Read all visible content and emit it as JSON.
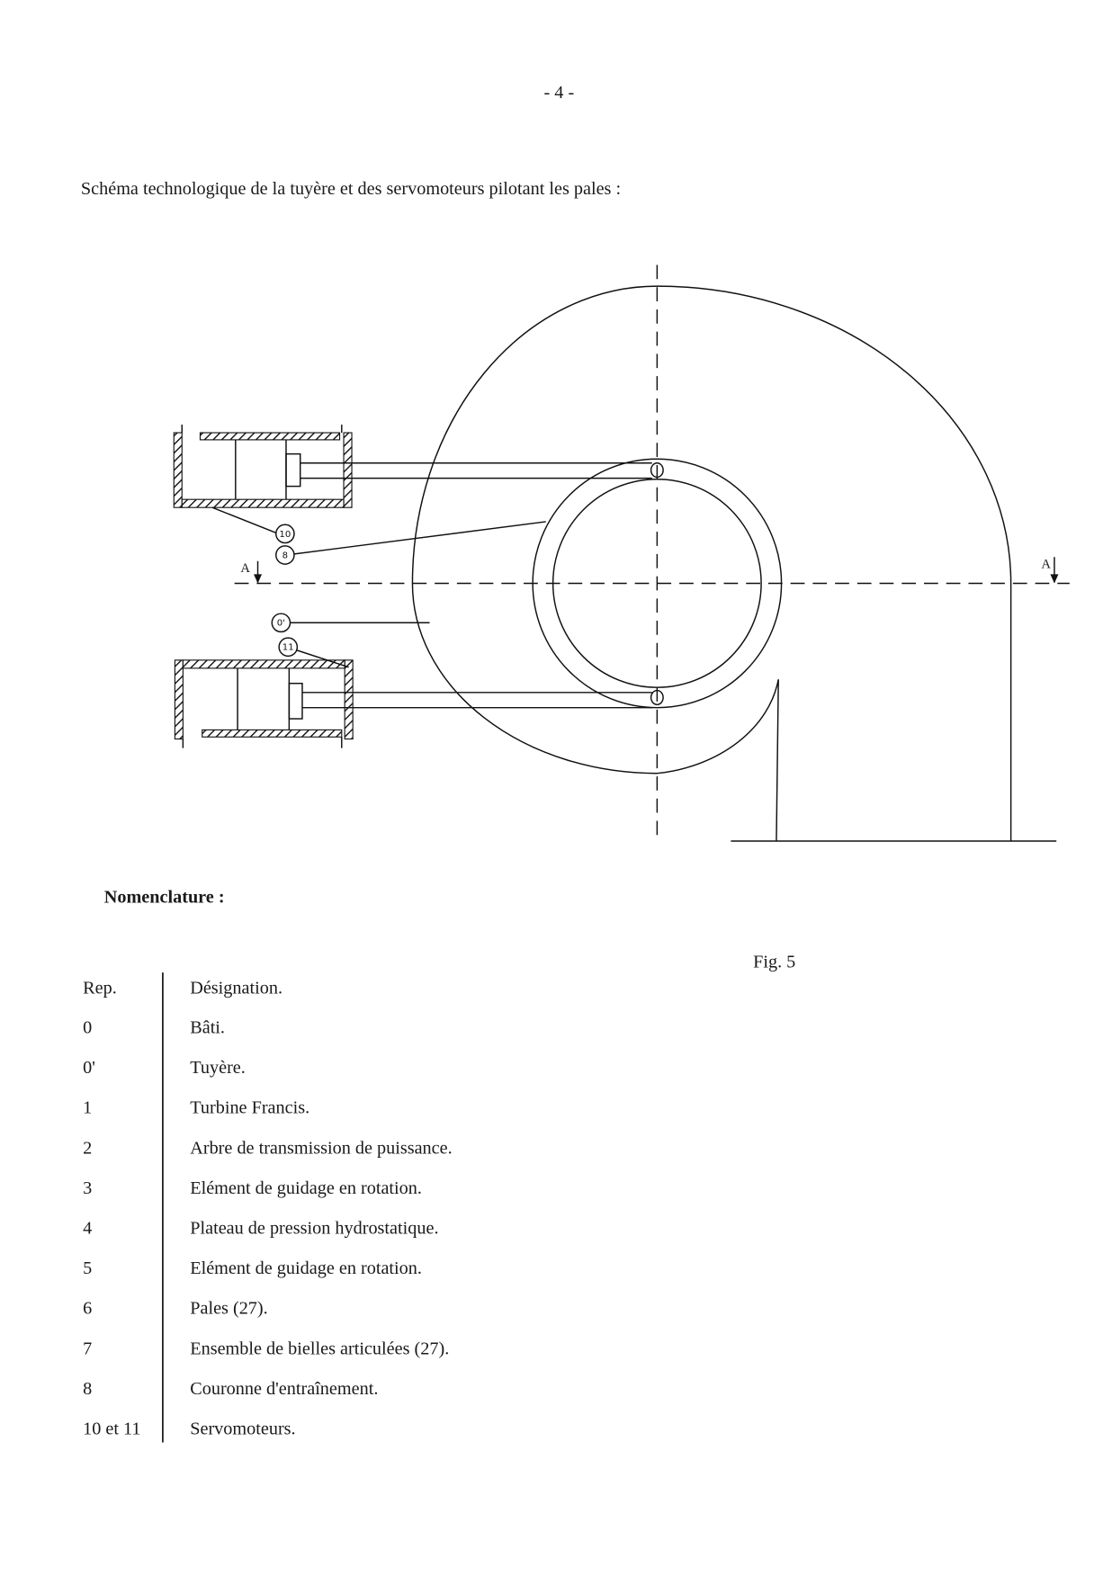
{
  "page_number": "- 4 -",
  "heading": "Schéma technologique de la tuyère et des servomoteurs pilotant les pales :",
  "figure": {
    "caption": "Fig. 5",
    "section_marks": [
      "A",
      "A"
    ],
    "callouts": [
      "10",
      "8",
      "0'",
      "11"
    ]
  },
  "nomenclature": {
    "title": "Nomenclature :",
    "header": {
      "rep": "Rep.",
      "designation": "Désignation."
    },
    "rows": [
      {
        "rep": "0",
        "designation": "Bâti."
      },
      {
        "rep": "0'",
        "designation": "Tuyère."
      },
      {
        "rep": "1",
        "designation": "Turbine Francis."
      },
      {
        "rep": "2",
        "designation": "Arbre de transmission de puissance."
      },
      {
        "rep": "3",
        "designation": "Elément de guidage en rotation."
      },
      {
        "rep": "4",
        "designation": "Plateau de pression hydrostatique."
      },
      {
        "rep": "5",
        "designation": "Elément de guidage en rotation."
      },
      {
        "rep": "6",
        "designation": "Pales (27)."
      },
      {
        "rep": "7",
        "designation": "Ensemble de bielles articulées (27)."
      },
      {
        "rep": "8",
        "designation": "Couronne d'entraînement."
      },
      {
        "rep": "10 et 11",
        "designation": "Servomoteurs."
      }
    ]
  }
}
